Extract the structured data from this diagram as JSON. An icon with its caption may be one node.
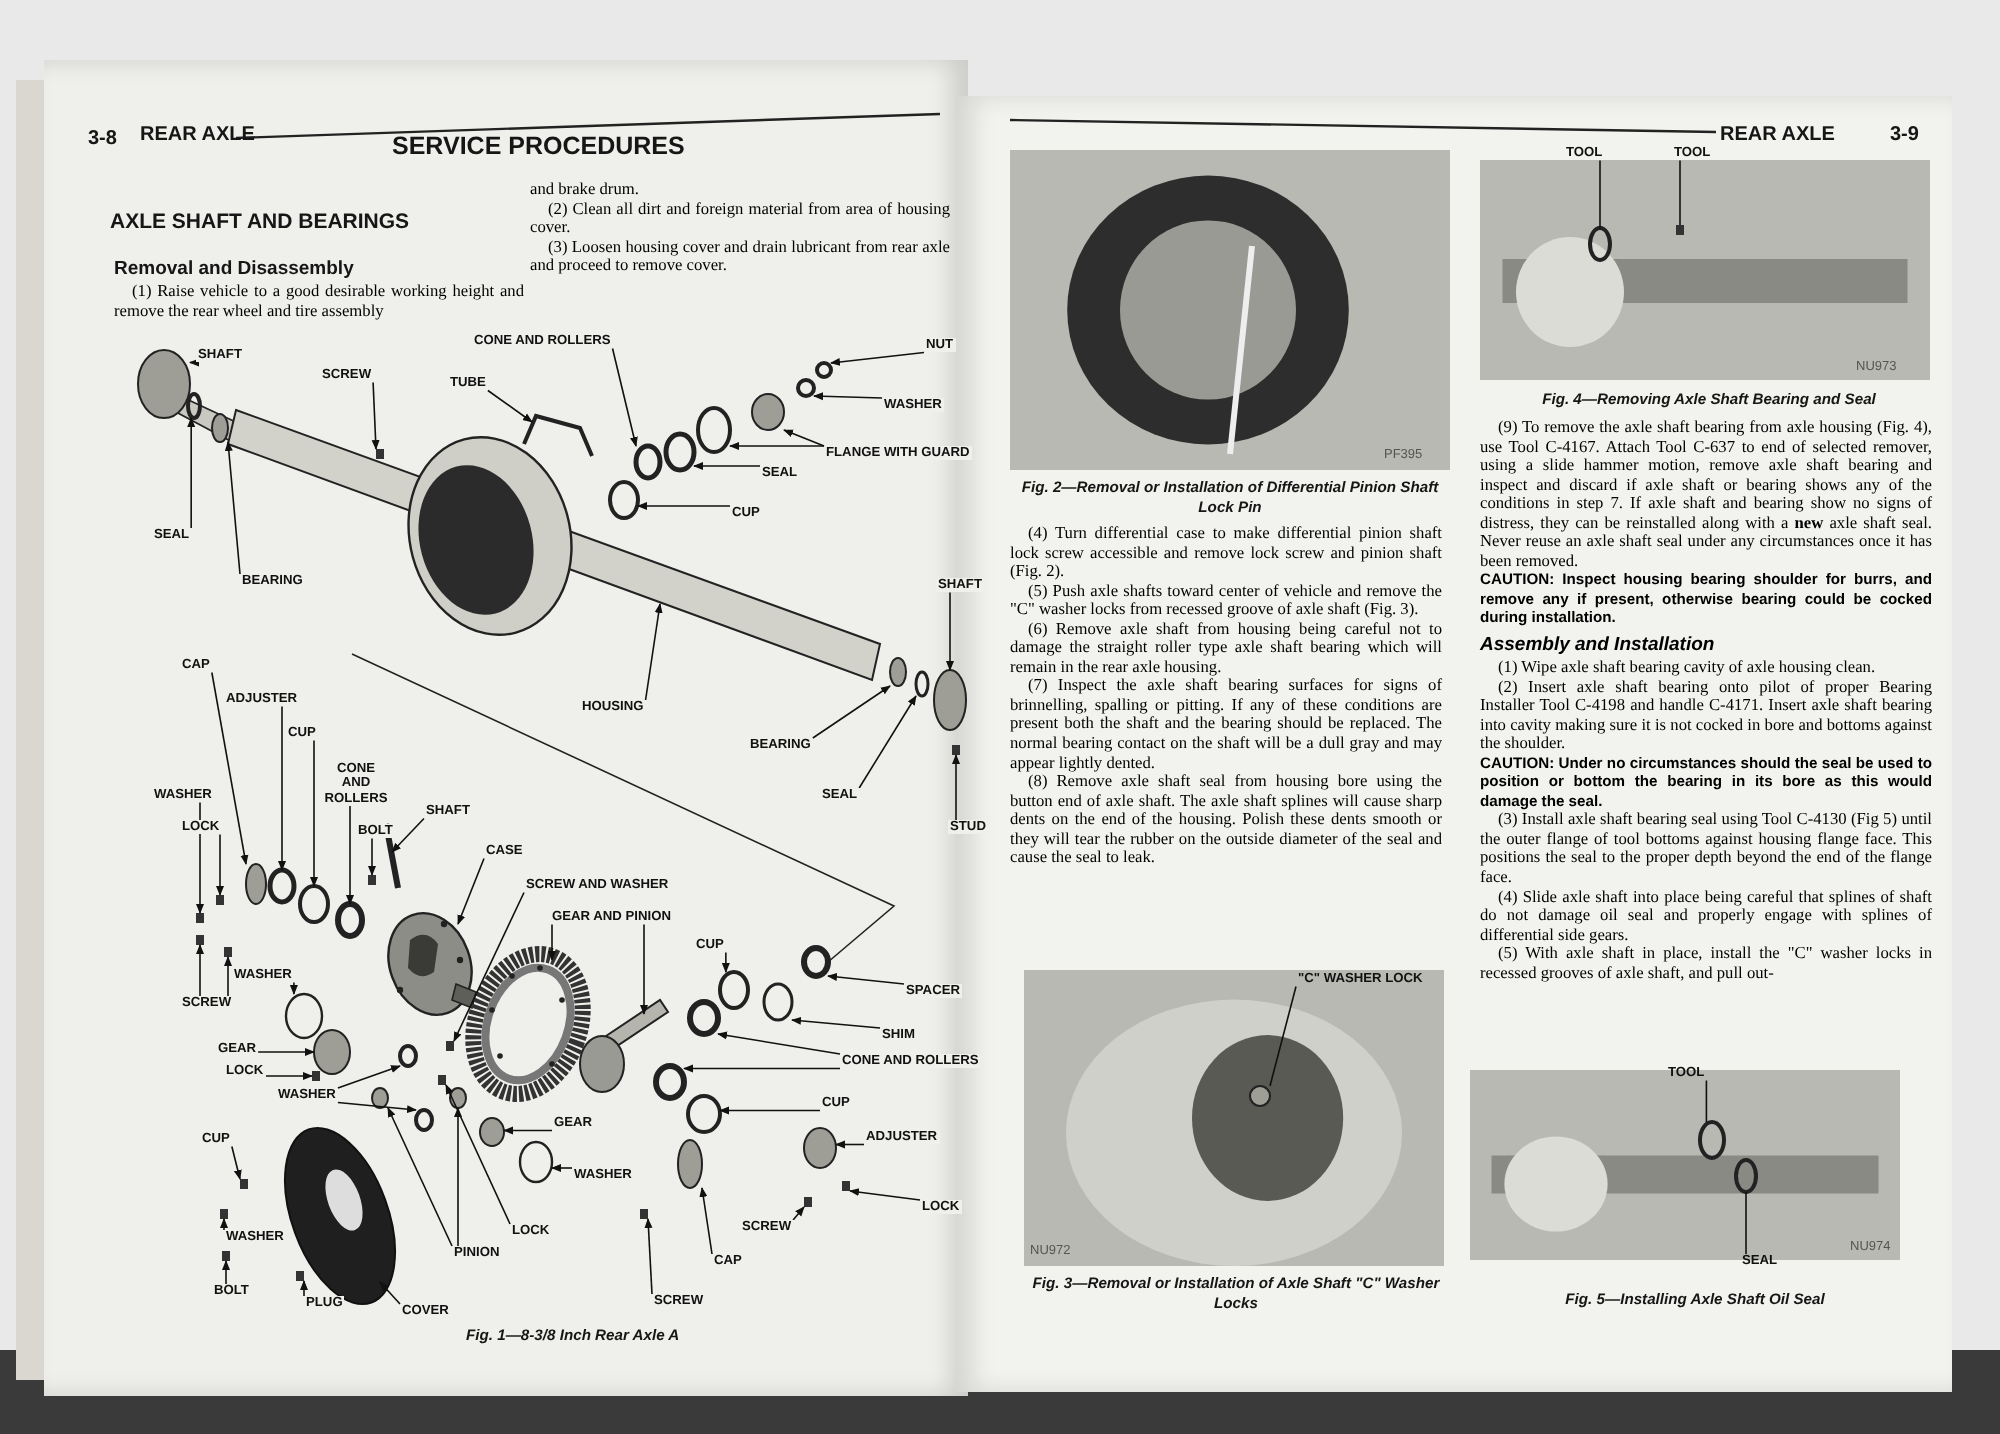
{
  "diagram": {
    "nodes": [
      {
        "text": [
          "SHAFT"
        ]
      },
      {
        "text": [
          "SCREW"
        ]
      },
      {
        "text": [
          "TUBE"
        ]
      },
      {
        "text": [
          "CONE AND ROLLERS"
        ]
      },
      {
        "text": [
          "NUT"
        ]
      },
      {
        "text": [
          "WASHER"
        ]
      },
      {
        "text": [
          "FLANGE WITH GUARD"
        ]
      },
      {
        "text": [
          "SEAL"
        ]
      },
      {
        "text": [
          "CUP"
        ]
      },
      {
        "text": [
          "SEAL"
        ]
      },
      {
        "text": [
          "BEARING"
        ]
      },
      {
        "text": [
          "SHAFT"
        ]
      },
      {
        "text": [
          "HOUSING"
        ]
      },
      {
        "text": [
          "BEARING"
        ]
      },
      {
        "text": [
          "SEAL"
        ]
      },
      {
        "text": [
          "STUD"
        ]
      },
      {
        "text": [
          "CAP"
        ]
      },
      {
        "text": [
          "ADJUSTER"
        ]
      },
      {
        "text": [
          "CUP"
        ]
      },
      {
        "text": [
          "CONE AND ROLLERS"
        ]
      },
      {
        "text": [
          "WASHER"
        ]
      },
      {
        "text": [
          "LOCK"
        ]
      },
      {
        "text": [
          "BOLT"
        ]
      },
      {
        "text": [
          "SHAFT"
        ]
      },
      {
        "text": [
          "CASE"
        ]
      },
      {
        "text": [
          "SCREW"
        ]
      },
      {
        "text": [
          "SCREW AND WASHER"
        ]
      },
      {
        "text": [
          "GEAR AND PINION"
        ]
      },
      {
        "text": [
          "WASHER"
        ]
      },
      {
        "text": [
          "CUP"
        ]
      },
      {
        "text": [
          "SPACER"
        ]
      },
      {
        "text": [
          "SHIM"
        ]
      },
      {
        "text": [
          "GEAR"
        ]
      },
      {
        "text": [
          "LOCK"
        ]
      },
      {
        "text": [
          "WASHER"
        ]
      },
      {
        "text": [
          "CONE AND ROLLERS"
        ]
      },
      {
        "text": [
          "CUP"
        ]
      },
      {
        "text": [
          "GEAR"
        ]
      },
      {
        "text": [
          "WASHER"
        ]
      },
      {
        "text": [
          "ADJUSTER"
        ]
      },
      {
        "text": [
          "CUP"
        ]
      },
      {
        "text": [
          "LOCK"
        ]
      },
      {
        "text": [
          "SCREW"
        ]
      },
      {
        "text": [
          "WASHER"
        ]
      },
      {
        "text": [
          "LOCK"
        ]
      },
      {
        "text": [
          "PINION"
        ]
      },
      {
        "text": [
          "CAP"
        ]
      },
      {
        "text": [
          "BOLT"
        ]
      },
      {
        "text": [
          "PLUG"
        ]
      },
      {
        "text": [
          "SCREW"
        ]
      },
      {
        "text": [
          "COVER"
        ]
      },
      {
        "text": [
          "\"C\" WASHER LOCK"
        ]
      },
      {
        "text": [
          "TOOL"
        ]
      },
      {
        "text": [
          "TOOL"
        ]
      },
      {
        "text": [
          "TOOL"
        ]
      },
      {
        "text": [
          "SEAL"
        ]
      },
      {
        "text": [],
        "shape": "circle"
      },
      {
        "text": [],
        "shape": "box"
      },
      {
        "text": [],
        "shape": "picture"
      },
      {
        "text": [],
        "shape": "circle"
      },
      {
        "text": [],
        "shape": "circle"
      },
      {
        "text": [],
        "shape": "circle"
      },
      {
        "text": [],
        "shape": "circle"
      },
      {
        "text": [],
        "shape": "circle"
      },
      {
        "text": [],
        "shape": "circle"
      },
      {
        "text": [],
        "shape": "circle"
      },
      {
        "text": [],
        "shape": "circle"
      },
      {
        "text": [],
        "shape": "circle"
      },
      {
        "text": [],
        "shape": "circle"
      },
      {
        "text": [],
        "shape": "picture"
      },
      {
        "text": [],
        "shape": "circle"
      },
      {
        "text": [],
        "shape": "circle"
      },
      {
        "text": [],
        "shape": "box"
      },
      {
        "text": [],
        "shape": "circle"
      },
      {
        "text": [],
        "shape": "circle"
      },
      {
        "text": [],
        "shape": "circle"
      },
      {
        "text": [],
        "shape": "circle"
      },
      {
        "text": [],
        "shape": "box"
      },
      {
        "text": [],
        "shape": "box"
      },
      {
        "text": [],
        "shape": "box"
      },
      {
        "text": [],
        "shape": "picture"
      },
      {
        "text": [],
        "shape": "picture"
      },
      {
        "text": [],
        "shape": "box"
      },
      {
        "text": [],
        "shape": "box"
      },
      {
        "text": [],
        "shape": "box"
      },
      {
        "text": [],
        "shape": "picture"
      },
      {
        "text": [],
        "shape": "picture"
      },
      {
        "text": [],
        "shape": "circle"
      },
      {
        "text": [],
        "shape": "circle"
      },
      {
        "text": [],
        "shape": "circle"
      },
      {
        "text": [],
        "shape": "circle"
      },
      {
        "text": [],
        "shape": "circle"
      },
      {
        "text": [],
        "shape": "box"
      },
      {
        "text": [],
        "shape": "circle"
      },
      {
        "text": [],
        "shape": "circle"
      },
      {
        "text": [],
        "shape": "circle"
      },
      {
        "text": [],
        "shape": "circle"
      },
      {
        "text": [],
        "shape": "circle"
      },
      {
        "text": [],
        "shape": "circle"
      },
      {
        "text": [],
        "shape": "circle"
      },
      {
        "text": [],
        "shape": "circle"
      },
      {
        "text": [],
        "shape": "box"
      },
      {
        "text": [],
        "shape": "box"
      },
      {
        "text": [],
        "shape": "box"
      },
      {
        "text": [],
        "shape": "box"
      },
      {
        "text": [],
        "shape": "box"
      },
      {
        "text": [],
        "shape": "circle"
      },
      {
        "text": [],
        "shape": "circle"
      },
      {
        "text": [],
        "shape": "circle"
      },
      {
        "text": [],
        "shape": "box"
      },
      {
        "text": [],
        "shape": "box"
      },
      {
        "text": [],
        "shape": "box"
      },
      {
        "text": [],
        "shape": "picture"
      },
      {
        "text": [],
        "shape": "circle"
      },
      {
        "text": [],
        "shape": "circle"
      },
      {
        "text": [],
        "shape": "box"
      },
      {
        "text": [],
        "shape": "circle"
      },
      {
        "text": [],
        "shape": "circle"
      }
    ],
    "edges": [
      {
        "from": 0,
        "to": 56,
        "arrow": "to"
      },
      {
        "from": 1,
        "to": 57,
        "arrow": "to"
      },
      {
        "from": 2,
        "to": 58,
        "arrow": "to"
      },
      {
        "from": 3,
        "to": 59,
        "arrow": "to"
      },
      {
        "from": 4,
        "to": 60,
        "arrow": "to"
      },
      {
        "from": 5,
        "to": 61,
        "arrow": "to"
      },
      {
        "from": 6,
        "to": 62,
        "arrow": "to"
      },
      {
        "from": 6,
        "to": 63,
        "arrow": "to"
      },
      {
        "from": 7,
        "to": 64,
        "arrow": "to"
      },
      {
        "from": 8,
        "to": 65,
        "arrow": "to"
      },
      {
        "from": 9,
        "to": 66,
        "arrow": "to"
      },
      {
        "from": 10,
        "to": 67,
        "arrow": "to"
      },
      {
        "from": 11,
        "to": 68,
        "arrow": "to"
      },
      {
        "from": 12,
        "to": 69,
        "arrow": "to"
      },
      {
        "from": 13,
        "to": 70,
        "arrow": "to"
      },
      {
        "from": 14,
        "to": 71,
        "arrow": "to"
      },
      {
        "from": 15,
        "to": 72,
        "arrow": "to"
      },
      {
        "from": 16,
        "to": 73,
        "arrow": "to"
      },
      {
        "from": 17,
        "to": 74,
        "arrow": "to"
      },
      {
        "from": 18,
        "to": 75,
        "arrow": "to"
      },
      {
        "from": 19,
        "to": 76,
        "arrow": "to"
      },
      {
        "from": 20,
        "to": 77,
        "arrow": "to"
      },
      {
        "from": 21,
        "to": 78,
        "arrow": "to"
      },
      {
        "from": 22,
        "to": 79,
        "arrow": "to"
      },
      {
        "from": 23,
        "to": 80,
        "arrow": "to"
      },
      {
        "from": 24,
        "to": 81,
        "arrow": "to"
      },
      {
        "from": 25,
        "to": 82,
        "arrow": "to"
      },
      {
        "from": 25,
        "to": 83,
        "arrow": "to"
      },
      {
        "from": 26,
        "to": 84,
        "arrow": "to"
      },
      {
        "from": 27,
        "to": 85,
        "arrow": "to"
      },
      {
        "from": 27,
        "to": 86,
        "arrow": "to"
      },
      {
        "from": 28,
        "to": 87,
        "arrow": "to"
      },
      {
        "from": 29,
        "to": 88,
        "arrow": "to"
      },
      {
        "from": 30,
        "to": 89,
        "arrow": "to"
      },
      {
        "from": 31,
        "to": 90,
        "arrow": "to"
      },
      {
        "from": 32,
        "to": 91,
        "arrow": "to"
      },
      {
        "from": 33,
        "to": 92,
        "arrow": "to"
      },
      {
        "from": 34,
        "to": 93,
        "arrow": "to"
      },
      {
        "from": 34,
        "to": 94,
        "arrow": "to"
      },
      {
        "from": 35,
        "to": 95,
        "arrow": "to"
      },
      {
        "from": 35,
        "to": 96,
        "arrow": "to"
      },
      {
        "from": 36,
        "to": 97,
        "arrow": "to"
      },
      {
        "from": 37,
        "to": 98,
        "arrow": "to"
      },
      {
        "from": 38,
        "to": 99,
        "arrow": "to"
      },
      {
        "from": 39,
        "to": 100,
        "arrow": "to"
      },
      {
        "from": 40,
        "to": 101,
        "arrow": "to"
      },
      {
        "from": 41,
        "to": 102,
        "arrow": "to"
      },
      {
        "from": 42,
        "to": 103,
        "arrow": "to"
      },
      {
        "from": 43,
        "to": 104,
        "arrow": "to"
      },
      {
        "from": 44,
        "to": 105,
        "arrow": "to"
      },
      {
        "from": 45,
        "to": 106,
        "arrow": "to"
      },
      {
        "from": 45,
        "to": 107,
        "arrow": "to"
      },
      {
        "from": 46,
        "to": 108,
        "arrow": "to"
      },
      {
        "from": 47,
        "to": 109,
        "arrow": "to"
      },
      {
        "from": 48,
        "to": 110,
        "arrow": "to"
      },
      {
        "from": 49,
        "to": 111,
        "arrow": "to"
      },
      {
        "from": 50,
        "to": 112,
        "arrow": "to"
      },
      {
        "from": 51,
        "to": 113,
        "arrow": "none"
      },
      {
        "from": 52,
        "to": 114,
        "arrow": "none"
      },
      {
        "from": 53,
        "to": 115,
        "arrow": "none"
      },
      {
        "from": 54,
        "to": 116,
        "arrow": "none"
      },
      {
        "from": 55,
        "to": 117,
        "arrow": "none"
      }
    ],
    "labels": [
      "3-8",
      "REAR AXLE",
      "SERVICE PROCEDURES",
      "AXLE SHAFT AND BEARINGS",
      "Removal and Disassembly",
      "(1) Raise vehicle to a good desirable working height and remove the rear wheel and tire assembly",
      "and brake drum.",
      "(2) Clean all dirt and foreign material from area of housing cover.",
      "(3) Loosen housing cover and drain lubricant from rear axle and proceed to remove cover.",
      "Fig. 1—8-3/8 Inch Rear Axle A",
      "REAR AXLE",
      "3-9",
      "PF395",
      "Fig. 2—Removal or Installation of Differential Pinion Shaft Lock Pin",
      "NU973",
      "Fig. 4—Removing Axle Shaft Bearing and Seal",
      "(4) Turn differential case to make differential pinion shaft lock screw accessible and remove lock screw and pinion shaft (Fig. 2).",
      "(5) Push axle shafts toward center of vehicle and remove the \"C\" washer locks from recessed groove of axle shaft (Fig. 3).",
      "(6) Remove axle shaft from housing being careful not to damage the straight roller type axle shaft bearing which will remain in the rear axle housing.",
      "(7) Inspect the axle shaft bearing surfaces for signs of brinnelling, spalling or pitting. If any of these conditions are present both the shaft and the bearing should be replaced. The normal bearing contact on the shaft will be a dull gray and may appear lightly dented.",
      "(8) Remove axle shaft seal from housing bore using the button end of axle shaft. The axle shaft splines will cause sharp dents on the end of the housing. Polish these dents smooth or they will tear the rubber on the outside diameter of the seal and cause the seal to leak.",
      "NU972",
      "Fig. 3—Removal or Installation of Axle Shaft \"C\" Washer Locks",
      "(9) To remove the axle shaft bearing from axle housing (Fig. 4), use Tool C-4167. Attach Tool C-637 to end of selected remover, using a slide hammer motion, remove axle shaft bearing and inspect and discard if axle shaft or bearing shows any of the conditions in step 7. If axle shaft and bearing show no signs of distress, they can be reinstalled along with a **new** axle shaft seal. Never reuse an axle shaft seal under any circumstances once it has been removed.",
      "CAUTION: Inspect housing bearing shoulder for burrs, and remove any if present, otherwise bearing could be cocked during installation.",
      "Assembly and Installation",
      "(1) Wipe axle shaft bearing cavity of axle housing clean.",
      "(2) Insert axle shaft bearing onto pilot of proper Bearing Installer Tool C-4198 and handle C-4171. Insert axle shaft bearing into cavity making sure it is not cocked in bore and bottoms against the shoulder.",
      "CAUTION: Under no circumstances should the seal be used to position or bottom the bearing in its bore as this would damage the seal.",
      "(3) Install axle shaft bearing seal using Tool C-4130 (Fig 5) until the outer flange of tool bottoms against housing flange face. This positions the seal to the proper depth beyond the end of the flange face.",
      "(4) Slide axle shaft into place being careful that splines of shaft do not damage oil seal and properly engage with splines of differential side gears.",
      "(5) With axle shaft in place, install the \"C\" washer locks in recessed grooves of axle shaft, and pull out-",
      "NU974",
      "Fig. 5—Installing Axle Shaft Oil Seal"
    ]
  }
}
